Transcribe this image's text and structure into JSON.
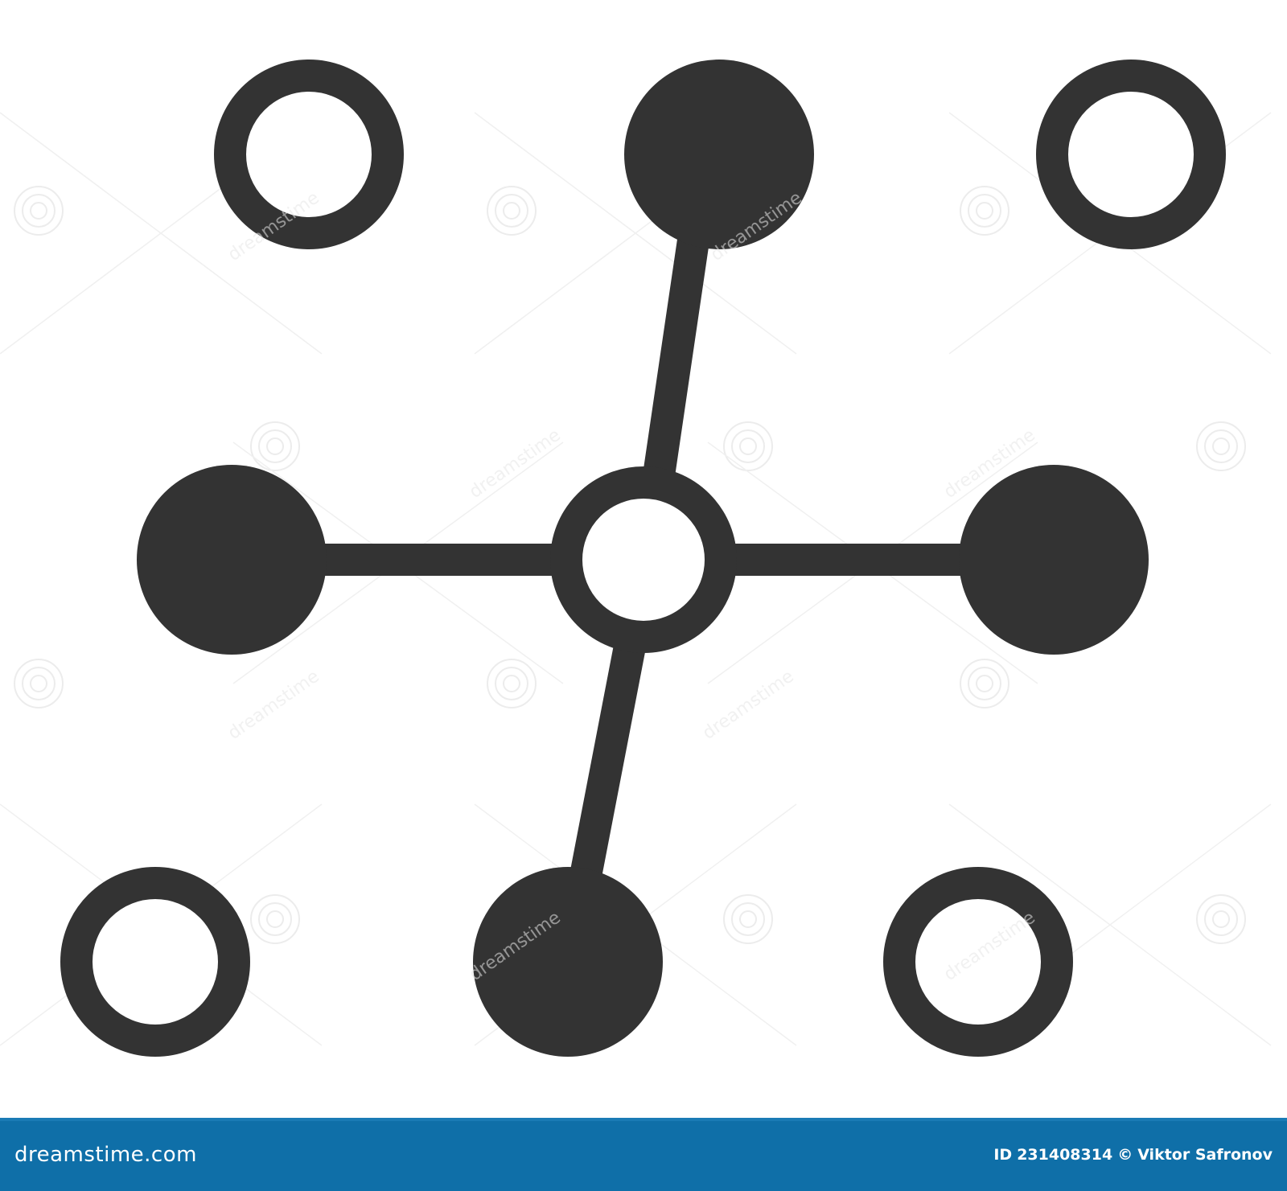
{
  "image": {
    "background_color": "#ffffff",
    "icon_color": "#333333",
    "watermark_color": "#e6e6e6"
  },
  "watermark": {
    "text": "dreamstime"
  },
  "footer": {
    "background_color": "#0f6fa8",
    "logo_text": "dreamstime.com",
    "image_id_label": "ID",
    "image_id": "231408314",
    "copyright_symbol": "©",
    "author": "Viktor Safronov"
  }
}
